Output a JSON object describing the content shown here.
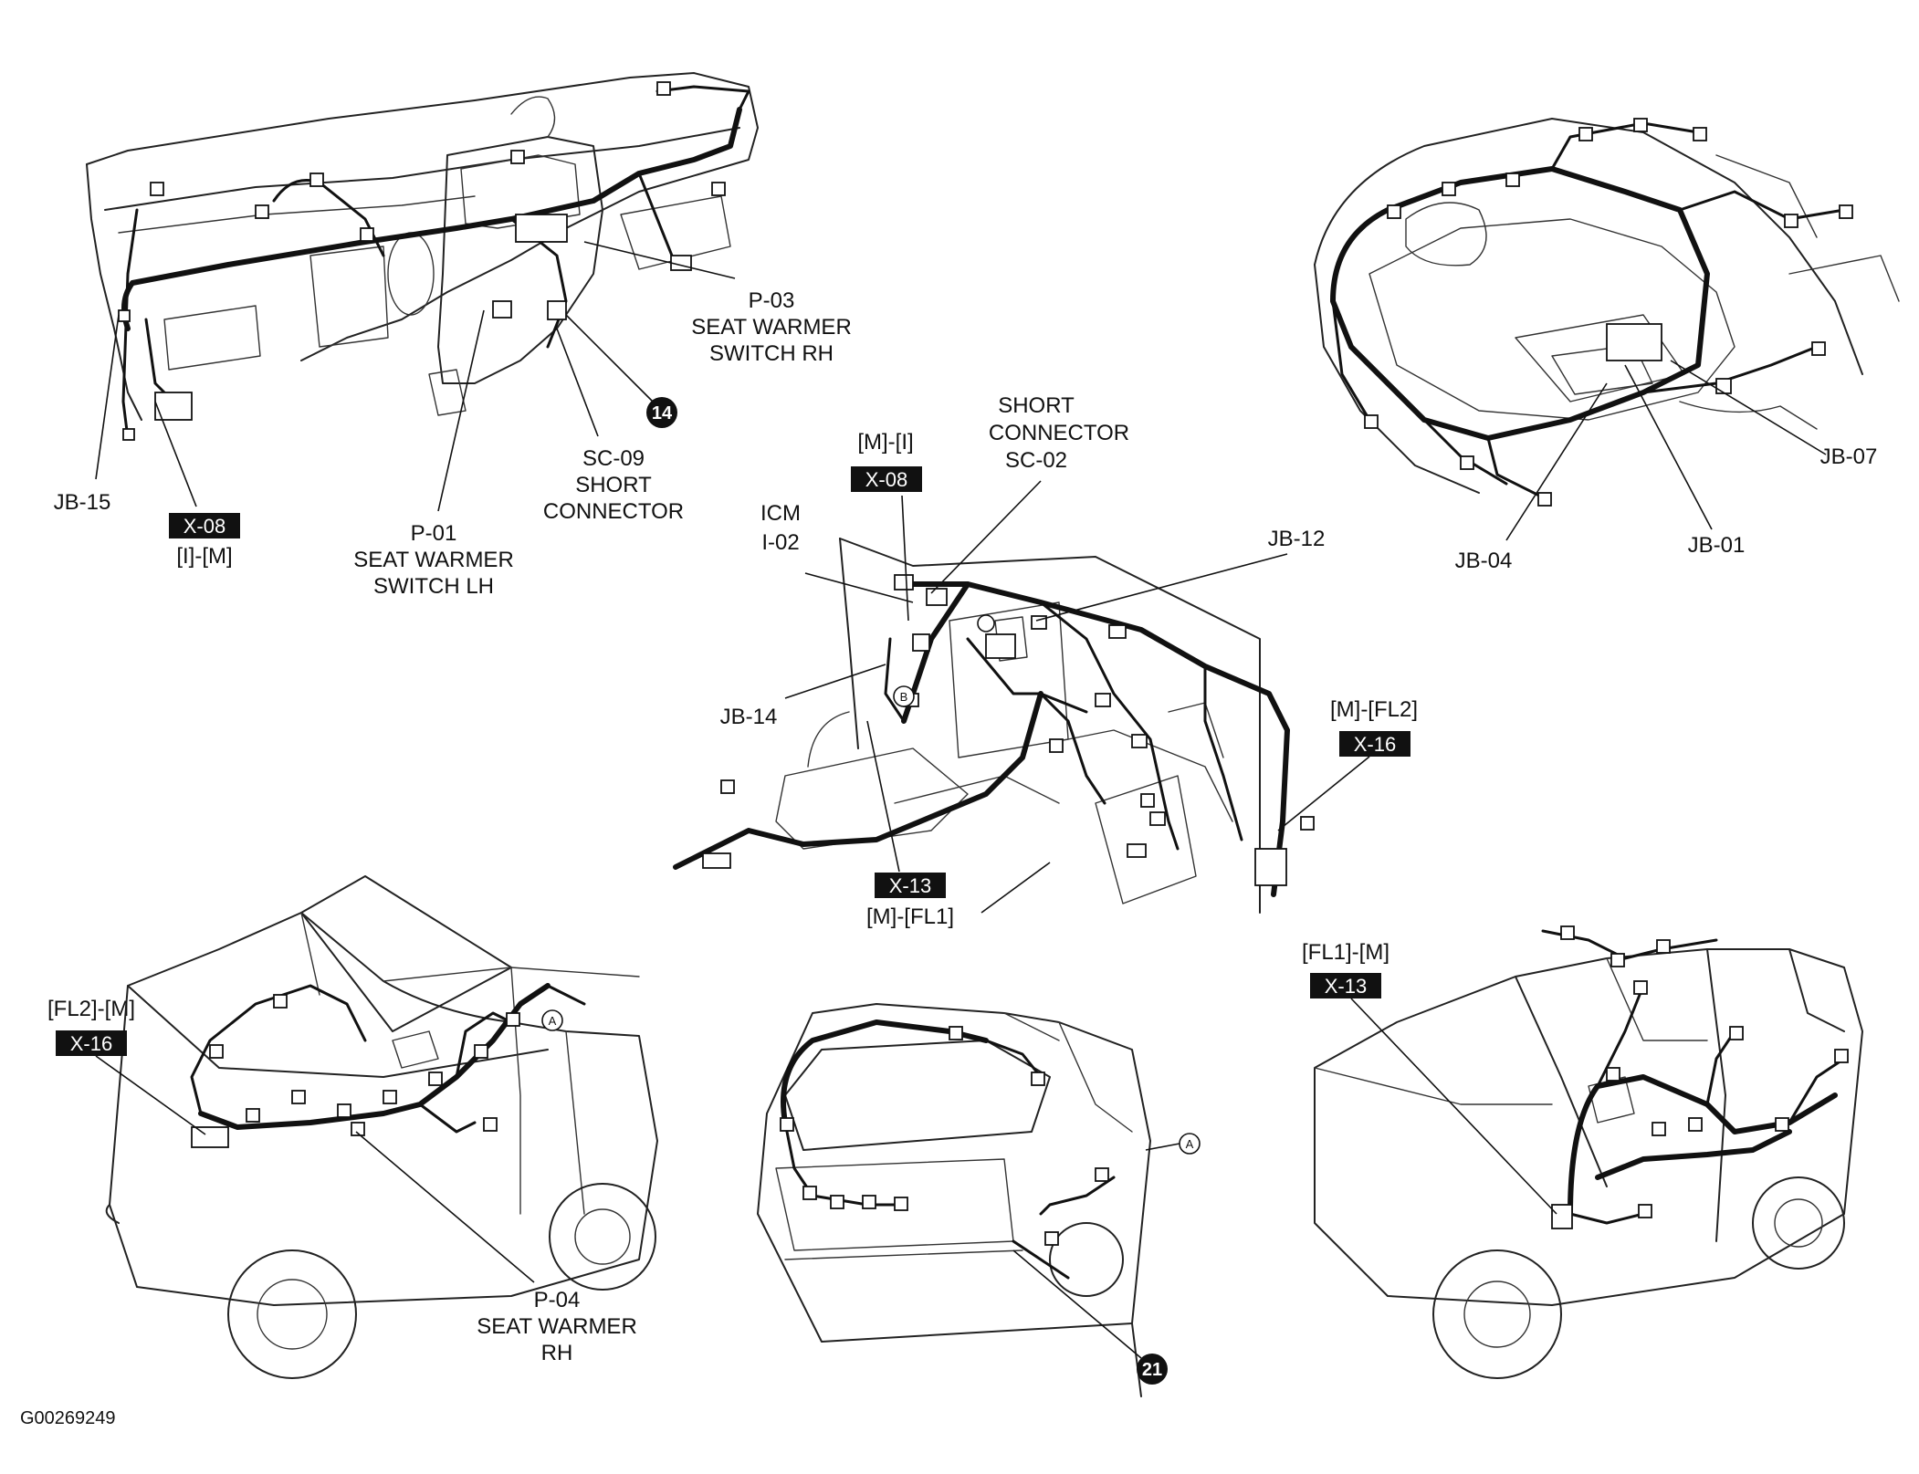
{
  "figure_id": "G00269249",
  "callouts": {
    "p03": [
      "P-03",
      "SEAT WARMER",
      "SWITCH RH"
    ],
    "p01": [
      "P-01",
      "SEAT WARMER",
      "SWITCH LH"
    ],
    "sc09": [
      "SC-09",
      "SHORT",
      "CONNECTOR"
    ],
    "jb15": "JB-15",
    "x08_dash_tag": "X-08",
    "x08_dash_sub": "[I]-[M]",
    "x08_console_top": "[M]-[I]",
    "x08_console_tag": "X-08",
    "sc02": [
      "SHORT",
      "CONNECTOR",
      "SC-02"
    ],
    "icm": [
      "ICM",
      "I-02"
    ],
    "jb12": "JB-12",
    "jb14": "JB-14",
    "x16_console_top": "[M]-[FL2]",
    "x16_console_tag": "X-16",
    "x13_console_tag": "X-13",
    "x13_console_sub": "[M]-[FL1]",
    "jb07": "JB-07",
    "jb04": "JB-04",
    "jb01": "JB-01",
    "x16_car_top": "[FL2]-[M]",
    "x16_car_tag": "X-16",
    "p04": [
      "P-04",
      "SEAT WARMER",
      "RH"
    ],
    "x13_car_top": "[FL1]-[M]",
    "x13_car_tag": "X-13"
  },
  "badges": {
    "dash": "14",
    "rear": "21"
  },
  "markers": {
    "letter_a": "A",
    "letter_b": "B"
  }
}
